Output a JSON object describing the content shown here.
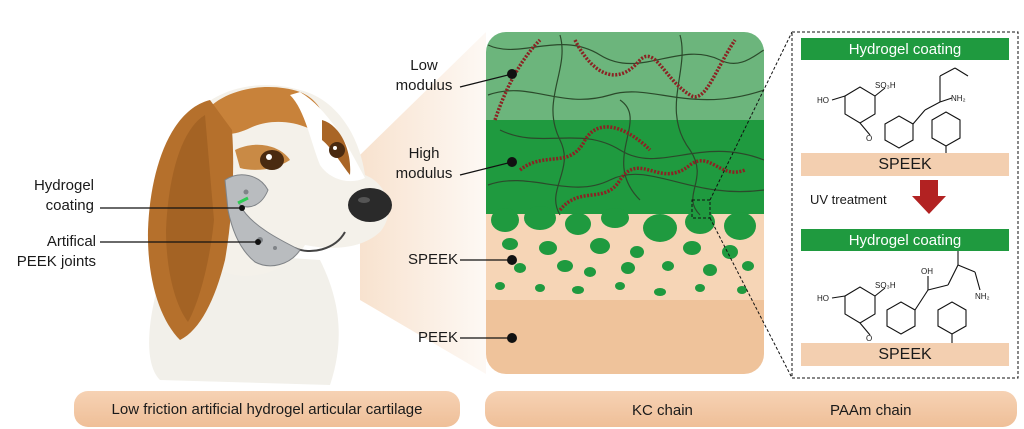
{
  "left_labels": {
    "hydrogel_coating": [
      "Hydrogel",
      "coating"
    ],
    "artificial_peek": [
      "Artifical",
      "PEEK joints"
    ]
  },
  "layer_labels": {
    "low_modulus": [
      "Low",
      "modulus"
    ],
    "high_modulus": [
      "High",
      "modulus"
    ],
    "speek": "SPEEK",
    "peek": "PEEK"
  },
  "chem_panel": {
    "top_coating": "Hydrogel coating",
    "top_speek": "SPEEK",
    "step": "UV treatment",
    "bottom_coating": "Hydrogel coating",
    "bottom_speek": "SPEEK",
    "atoms": {
      "ho": "HO",
      "so3h": "SO₃H",
      "nh2": "NH₂",
      "oh": "OH",
      "o": "O"
    }
  },
  "footer": {
    "left_caption": "Low friction artificial hydrogel articular cartilage",
    "kc_legend": "KC chain",
    "paam_legend": "PAAm chain"
  },
  "colors": {
    "low_modulus_fill": "#6cb57c",
    "high_modulus_fill": "#1f9a3f",
    "speek_fill": "#f6d5b6",
    "peek_fill": "#efc39b",
    "kc_chain": "#8b2323",
    "paam_chain": "#2b4a2b",
    "arrow": "#b22222"
  },
  "icons": {
    "dog": "beagle-illustration",
    "joint": "peek-joint-implant"
  }
}
